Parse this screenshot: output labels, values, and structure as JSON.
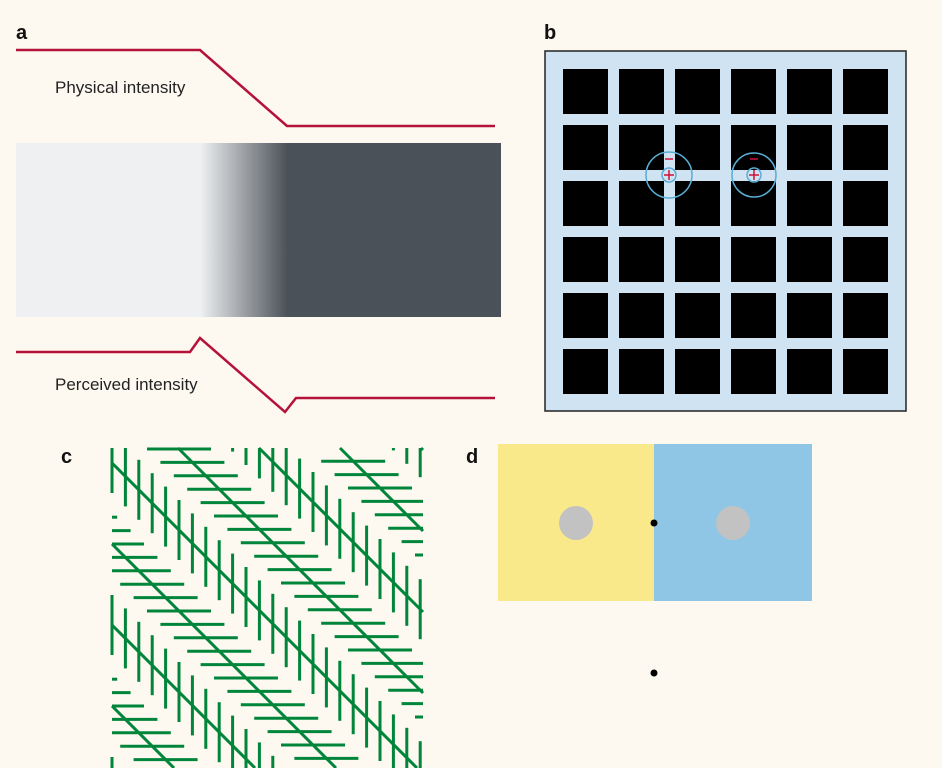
{
  "panels": {
    "a": {
      "label": "a",
      "top_caption": "Physical intensity",
      "bottom_caption": "Perceived intensity"
    },
    "b": {
      "label": "b",
      "center_sign": "+",
      "surround_sign": "−"
    },
    "c": {
      "label": "c"
    },
    "d": {
      "label": "d"
    }
  },
  "colors": {
    "background": "#fdf9f0",
    "curve": "#b5123a",
    "light": "#eef0f2",
    "dark": "#4b5158",
    "grid_bg": "#cfe3f2",
    "field_circle": "#5aaed6",
    "zollner_green": "#00853a",
    "yellow": "#f9e98a",
    "blue": "#8fc6e5",
    "gray_disc": "#c2c2c2"
  }
}
